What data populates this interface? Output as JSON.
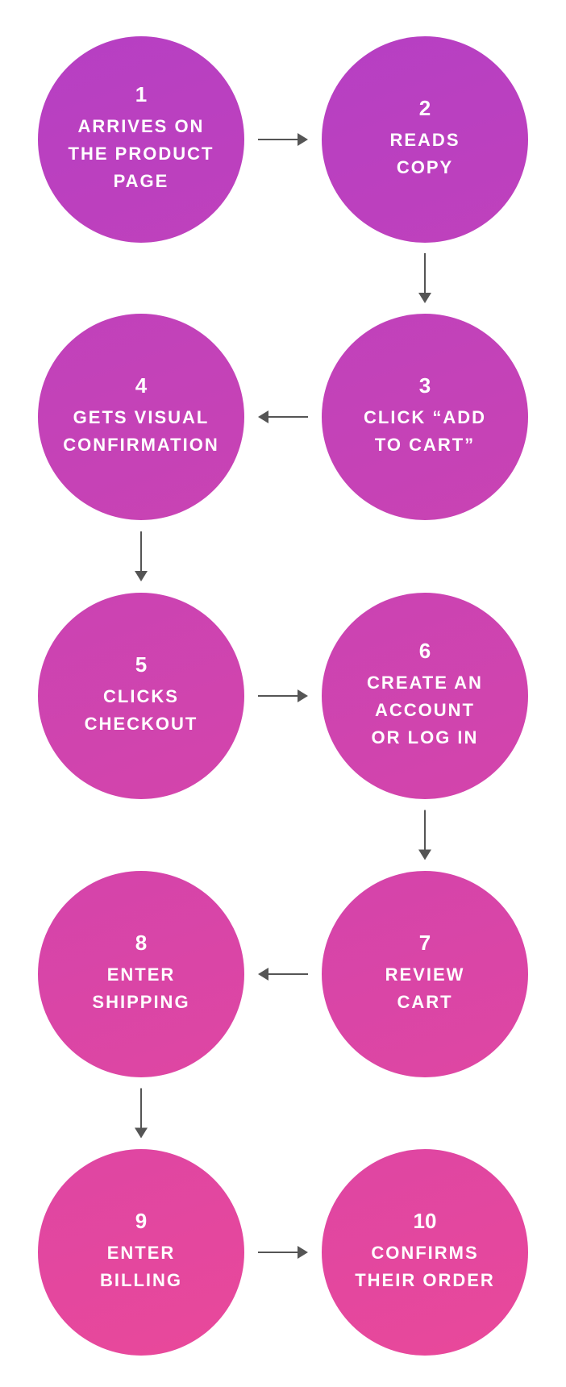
{
  "colors": {
    "circle_start": "#b53fc4",
    "circle_end": "#e9489a",
    "arrow": "#555555",
    "text": "#ffffff"
  },
  "steps": [
    {
      "number": "1",
      "label": "ARRIVES ON\nTHE PRODUCT\nPAGE"
    },
    {
      "number": "2",
      "label": "READS\nCOPY"
    },
    {
      "number": "3",
      "label": "CLICK “ADD\nTO CART”"
    },
    {
      "number": "4",
      "label": "GETS VISUAL\nCONFIRMATION"
    },
    {
      "number": "5",
      "label": "CLICKS\nCHECKOUT"
    },
    {
      "number": "6",
      "label": "CREATE AN\nACCOUNT\nOR LOG IN"
    },
    {
      "number": "7",
      "label": "REVIEW\nCART"
    },
    {
      "number": "8",
      "label": "ENTER\nSHIPPING"
    },
    {
      "number": "9",
      "label": "ENTER\nBILLING"
    },
    {
      "number": "10",
      "label": "CONFIRMS\nTHEIR ORDER"
    }
  ],
  "flow": [
    {
      "from": "1",
      "to": "2"
    },
    {
      "from": "2",
      "to": "3"
    },
    {
      "from": "3",
      "to": "4"
    },
    {
      "from": "4",
      "to": "5"
    },
    {
      "from": "5",
      "to": "6"
    },
    {
      "from": "6",
      "to": "7"
    },
    {
      "from": "7",
      "to": "8"
    },
    {
      "from": "8",
      "to": "9"
    },
    {
      "from": "9",
      "to": "10"
    }
  ]
}
